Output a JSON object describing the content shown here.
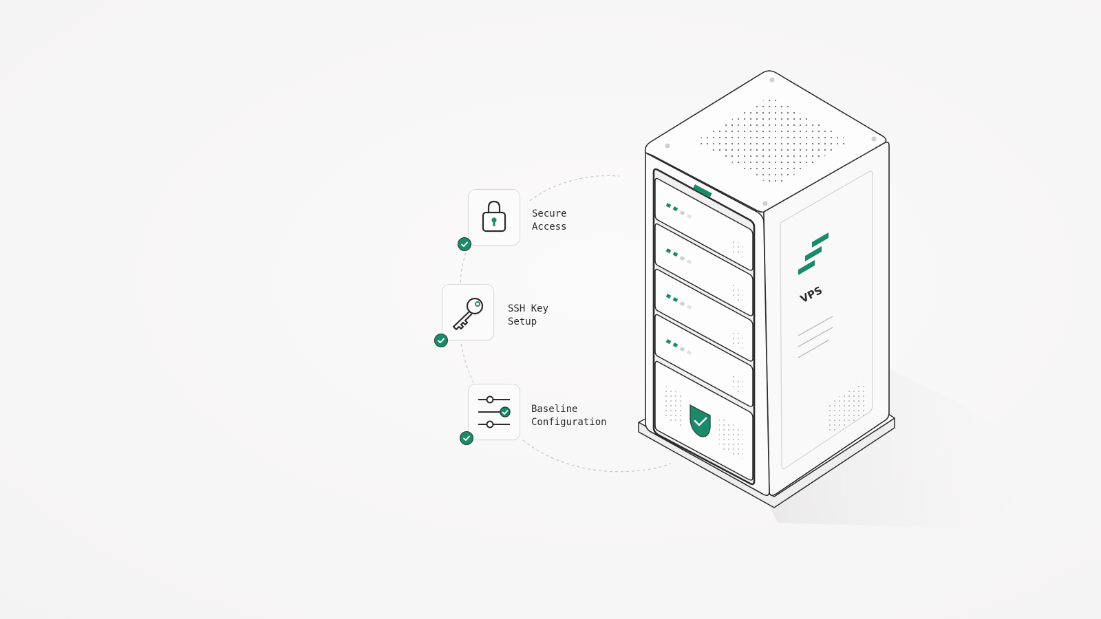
{
  "steps": [
    {
      "line1": "Secure",
      "line2": "Access",
      "icon": "lock-icon",
      "status": "check-icon"
    },
    {
      "line1": "SSH Key",
      "line2": "Setup",
      "icon": "key-icon",
      "status": "check-icon"
    },
    {
      "line1": "Baseline",
      "line2": "Configuration",
      "icon": "sliders-icon",
      "status": "check-icon"
    }
  ],
  "server": {
    "side_label": "VPS",
    "logo_icon": "vps-logo-icon",
    "front_badge_icon": "shield-check-icon"
  },
  "colors": {
    "accent": "#1b8a6a",
    "outline": "#2a2a2a",
    "background": "#f8f7f7"
  }
}
